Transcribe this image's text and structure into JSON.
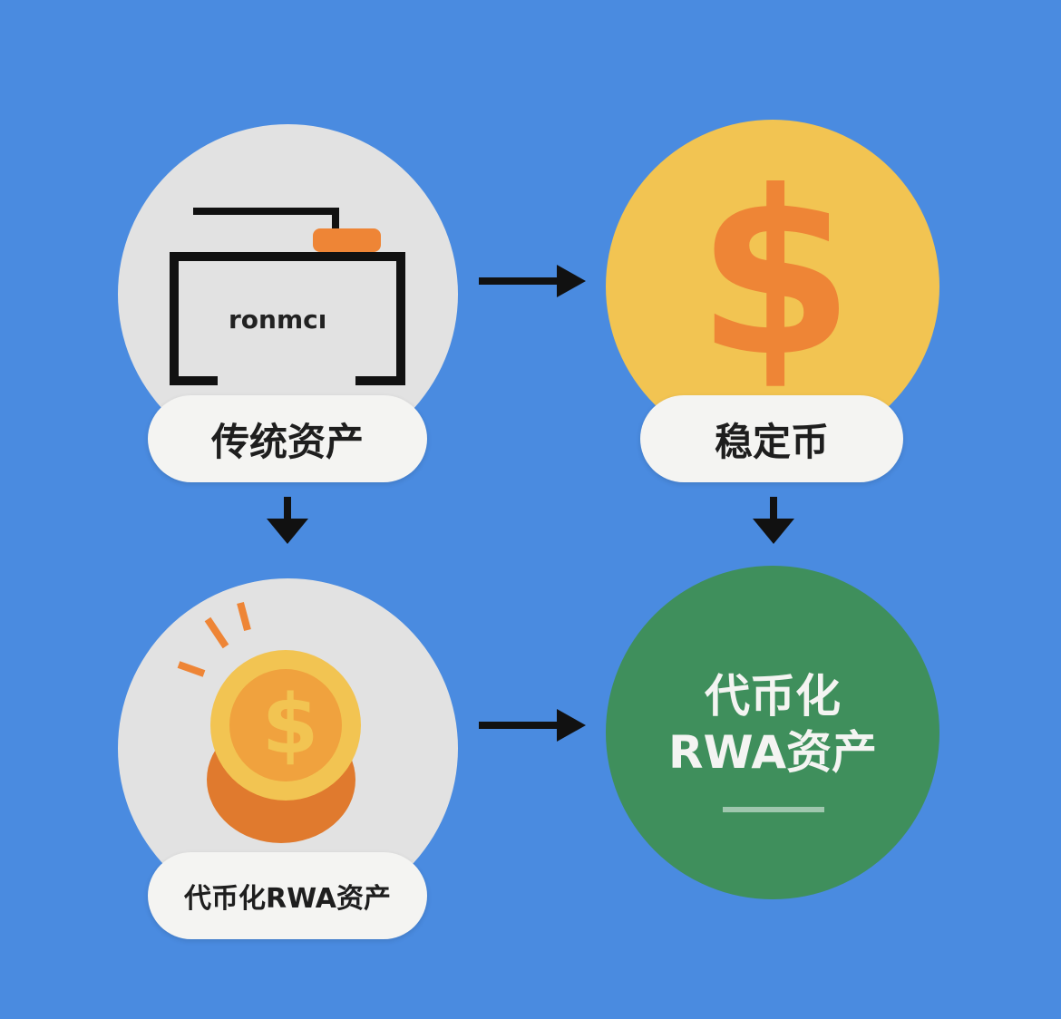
{
  "colors": {
    "background": "#4a8be0",
    "gray_circle": "#e2e2e2",
    "yellow_circle": "#f2c452",
    "green_circle": "#3f8f5c",
    "orange": "#ee8536",
    "pill": "#f4f4f2",
    "arrow": "#111111"
  },
  "nodes": {
    "traditional": {
      "icon": "briefcase-icon",
      "icon_text": "ronmcı",
      "label": "传统资产"
    },
    "stablecoin": {
      "icon": "dollar-sign-icon",
      "icon_text": "$",
      "label": "稳定币"
    },
    "tokenized_coins": {
      "icon": "coin-stack-icon",
      "icon_text": "$",
      "label": "代币化RWA资产"
    },
    "tokenized_rwa": {
      "line1": "代币化",
      "line2": "RWA资产"
    }
  },
  "arrows": [
    "right-arrow",
    "right-arrow",
    "down-arrow",
    "down-arrow"
  ]
}
